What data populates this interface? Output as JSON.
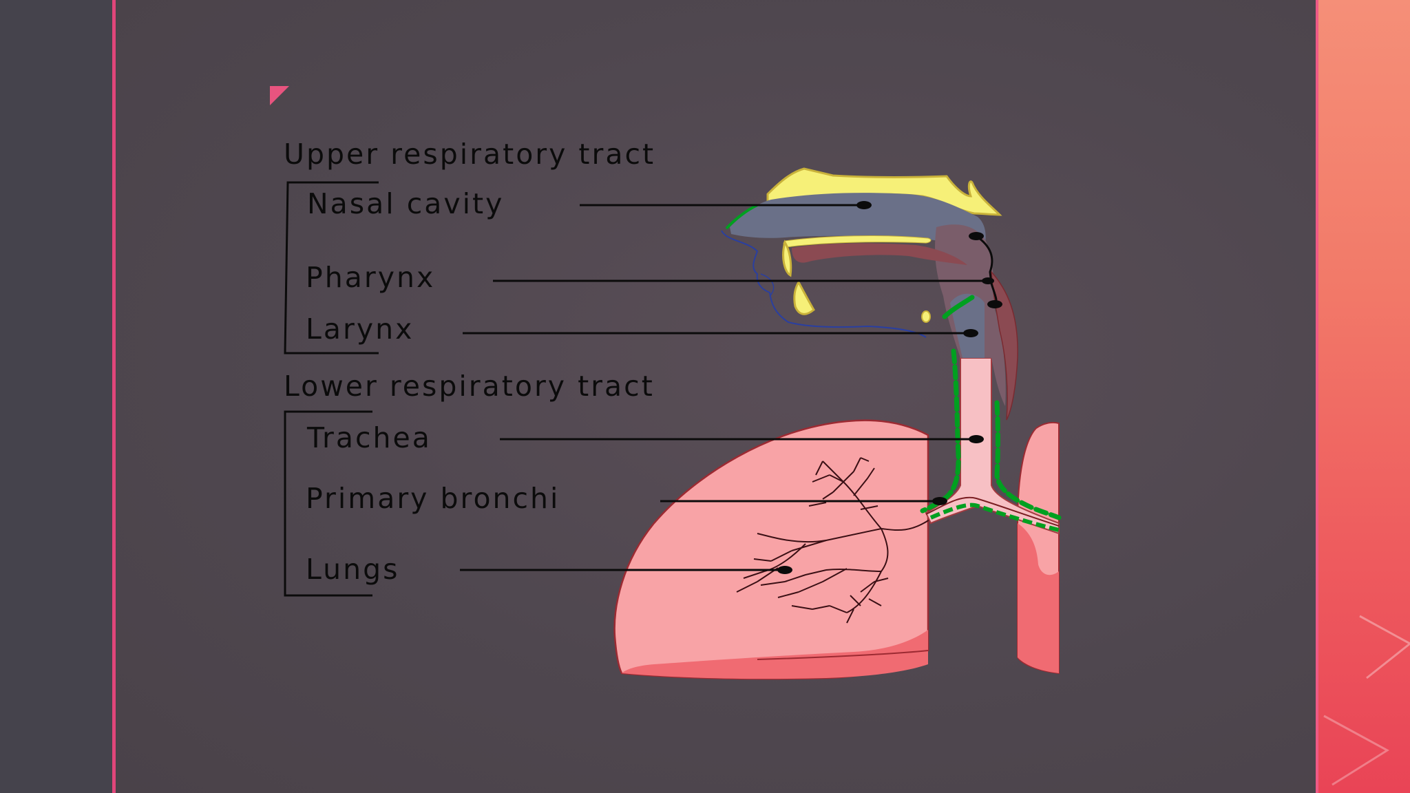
{
  "colors": {
    "accent": "#e0467a",
    "lung": "#f8a3a6",
    "airway_outline": "#00a020",
    "bone": "#f6f078"
  },
  "labels": {
    "upper_tract": "Upper respiratory tract",
    "nasal_cavity": "Nasal cavity",
    "pharynx": "Pharynx",
    "larynx": "Larynx",
    "lower_tract": "Lower respiratory tract",
    "trachea": "Trachea",
    "primary_bronchi": "Primary bronchi",
    "lungs": "Lungs"
  }
}
